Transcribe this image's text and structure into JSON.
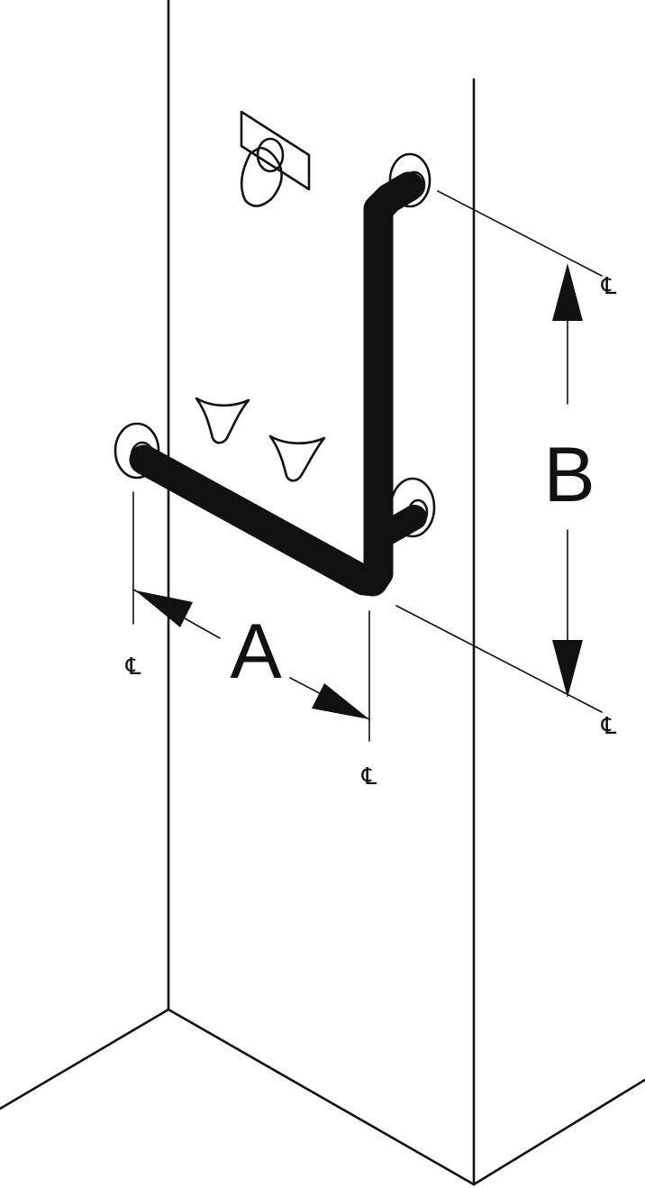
{
  "dimensions": {
    "a_label": "A",
    "b_label": "B"
  },
  "centerline_symbol": "℄",
  "components": [
    "wall-corner",
    "l-shaped-grab-bar",
    "shower-head",
    "shower-handle"
  ],
  "colors": {
    "ink": "#111111",
    "background": "#ffffff"
  }
}
